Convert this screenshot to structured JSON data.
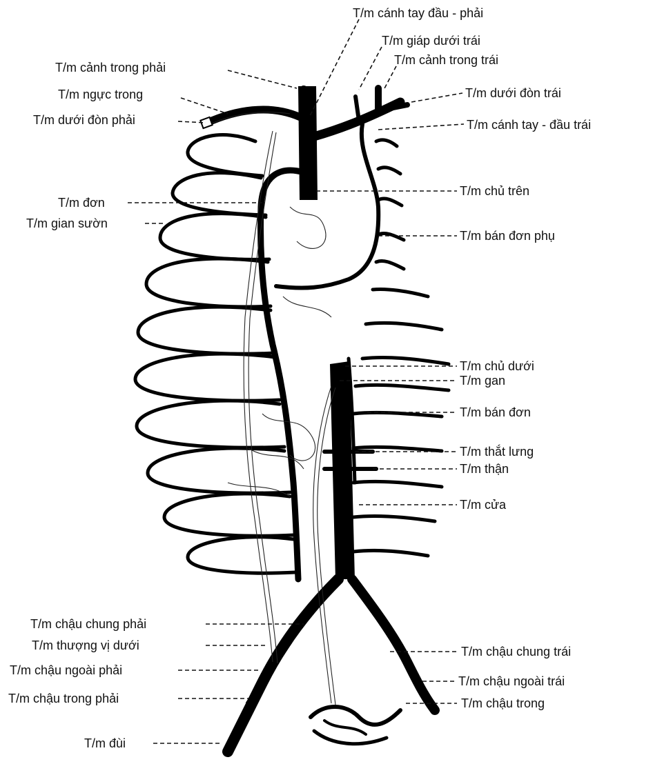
{
  "labels": {
    "canh_tay_dau_phai": "T/m cánh tay đầu - phải",
    "giap_duoi_trai": "T/m giáp dưới trái",
    "canh_trong_trai": "T/m cảnh trong trái",
    "canh_trong_phai": "T/m cảnh trong phải",
    "nguc_trong": "T/m ngực trong",
    "duoi_don_trai": "T/m dưới đòn trái",
    "duoi_don_phai": "T/m dưới đòn phải",
    "canh_tay_dau_trai": "T/m cánh tay - đầu trái",
    "chu_tren": "T/m chủ trên",
    "don": "T/m đơn",
    "gian_suon": "T/m gian sườn",
    "ban_don_phu": "T/m bán đơn phụ",
    "chu_duoi": "T/m chủ dưới",
    "gan": "T/m gan",
    "ban_don": "T/m bán đơn",
    "that_lung": "T/m thắt lưng",
    "than": "T/m thận",
    "cua": "T/m cửa",
    "chau_chung_phai": "T/m chậu chung phải",
    "thuong_vi_duoi": "T/m thượng vị dưới",
    "chau_chung_trai": "T/m chậu chung trái",
    "chau_ngoai_phai": "T/m chậu ngoài phải",
    "chau_ngoai_trai": "T/m chậu ngoài trái",
    "chau_trong_phai": "T/m chậu trong phải",
    "chau_trong": "T/m chậu trong",
    "dui": "T/m đùi"
  }
}
